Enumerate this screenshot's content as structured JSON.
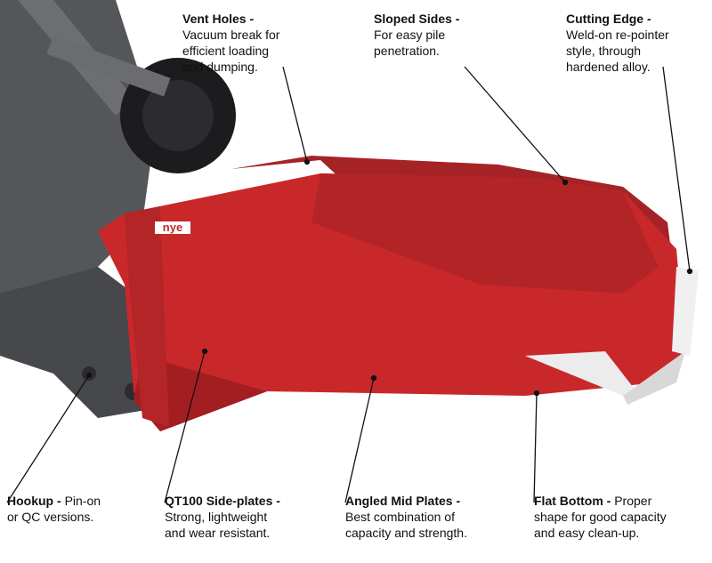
{
  "logo_text": "nye",
  "colors": {
    "bucket_red": "#c9282b",
    "bucket_dark": "#9e1c1f",
    "machine_gray": "#4a4b4d",
    "edge_white": "#eeeeee"
  },
  "callouts": [
    {
      "id": "vent-holes",
      "title": "Vent Holes",
      "sep": " -",
      "first": "",
      "lines": [
        "Vacuum break for",
        "efficient loading",
        "and dumping."
      ]
    },
    {
      "id": "sloped-sides",
      "title": "Sloped Sides",
      "sep": " -",
      "first": "",
      "lines": [
        "For easy pile",
        "penetration."
      ]
    },
    {
      "id": "cutting-edge",
      "title": "Cutting Edge",
      "sep": " -",
      "first": "",
      "lines": [
        "Weld-on re-pointer",
        "style, through",
        "hardened alloy."
      ]
    },
    {
      "id": "hookup",
      "title": "Hookup",
      "sep": " - ",
      "first": "Pin-on",
      "lines": [
        "or QC versions."
      ]
    },
    {
      "id": "qt100-side-plates",
      "title": "QT100 Side-plates",
      "sep": " -",
      "first": "",
      "lines": [
        "Strong, lightweight",
        "and wear resistant."
      ]
    },
    {
      "id": "angled-mid-plates",
      "title": "Angled Mid Plates",
      "sep": " -",
      "first": "",
      "lines": [
        "Best combination of",
        "capacity and strength."
      ]
    },
    {
      "id": "flat-bottom",
      "title": "Flat Bottom",
      "sep": " - ",
      "first": "Proper",
      "lines": [
        "shape for good capacity",
        "and easy clean-up."
      ]
    }
  ]
}
